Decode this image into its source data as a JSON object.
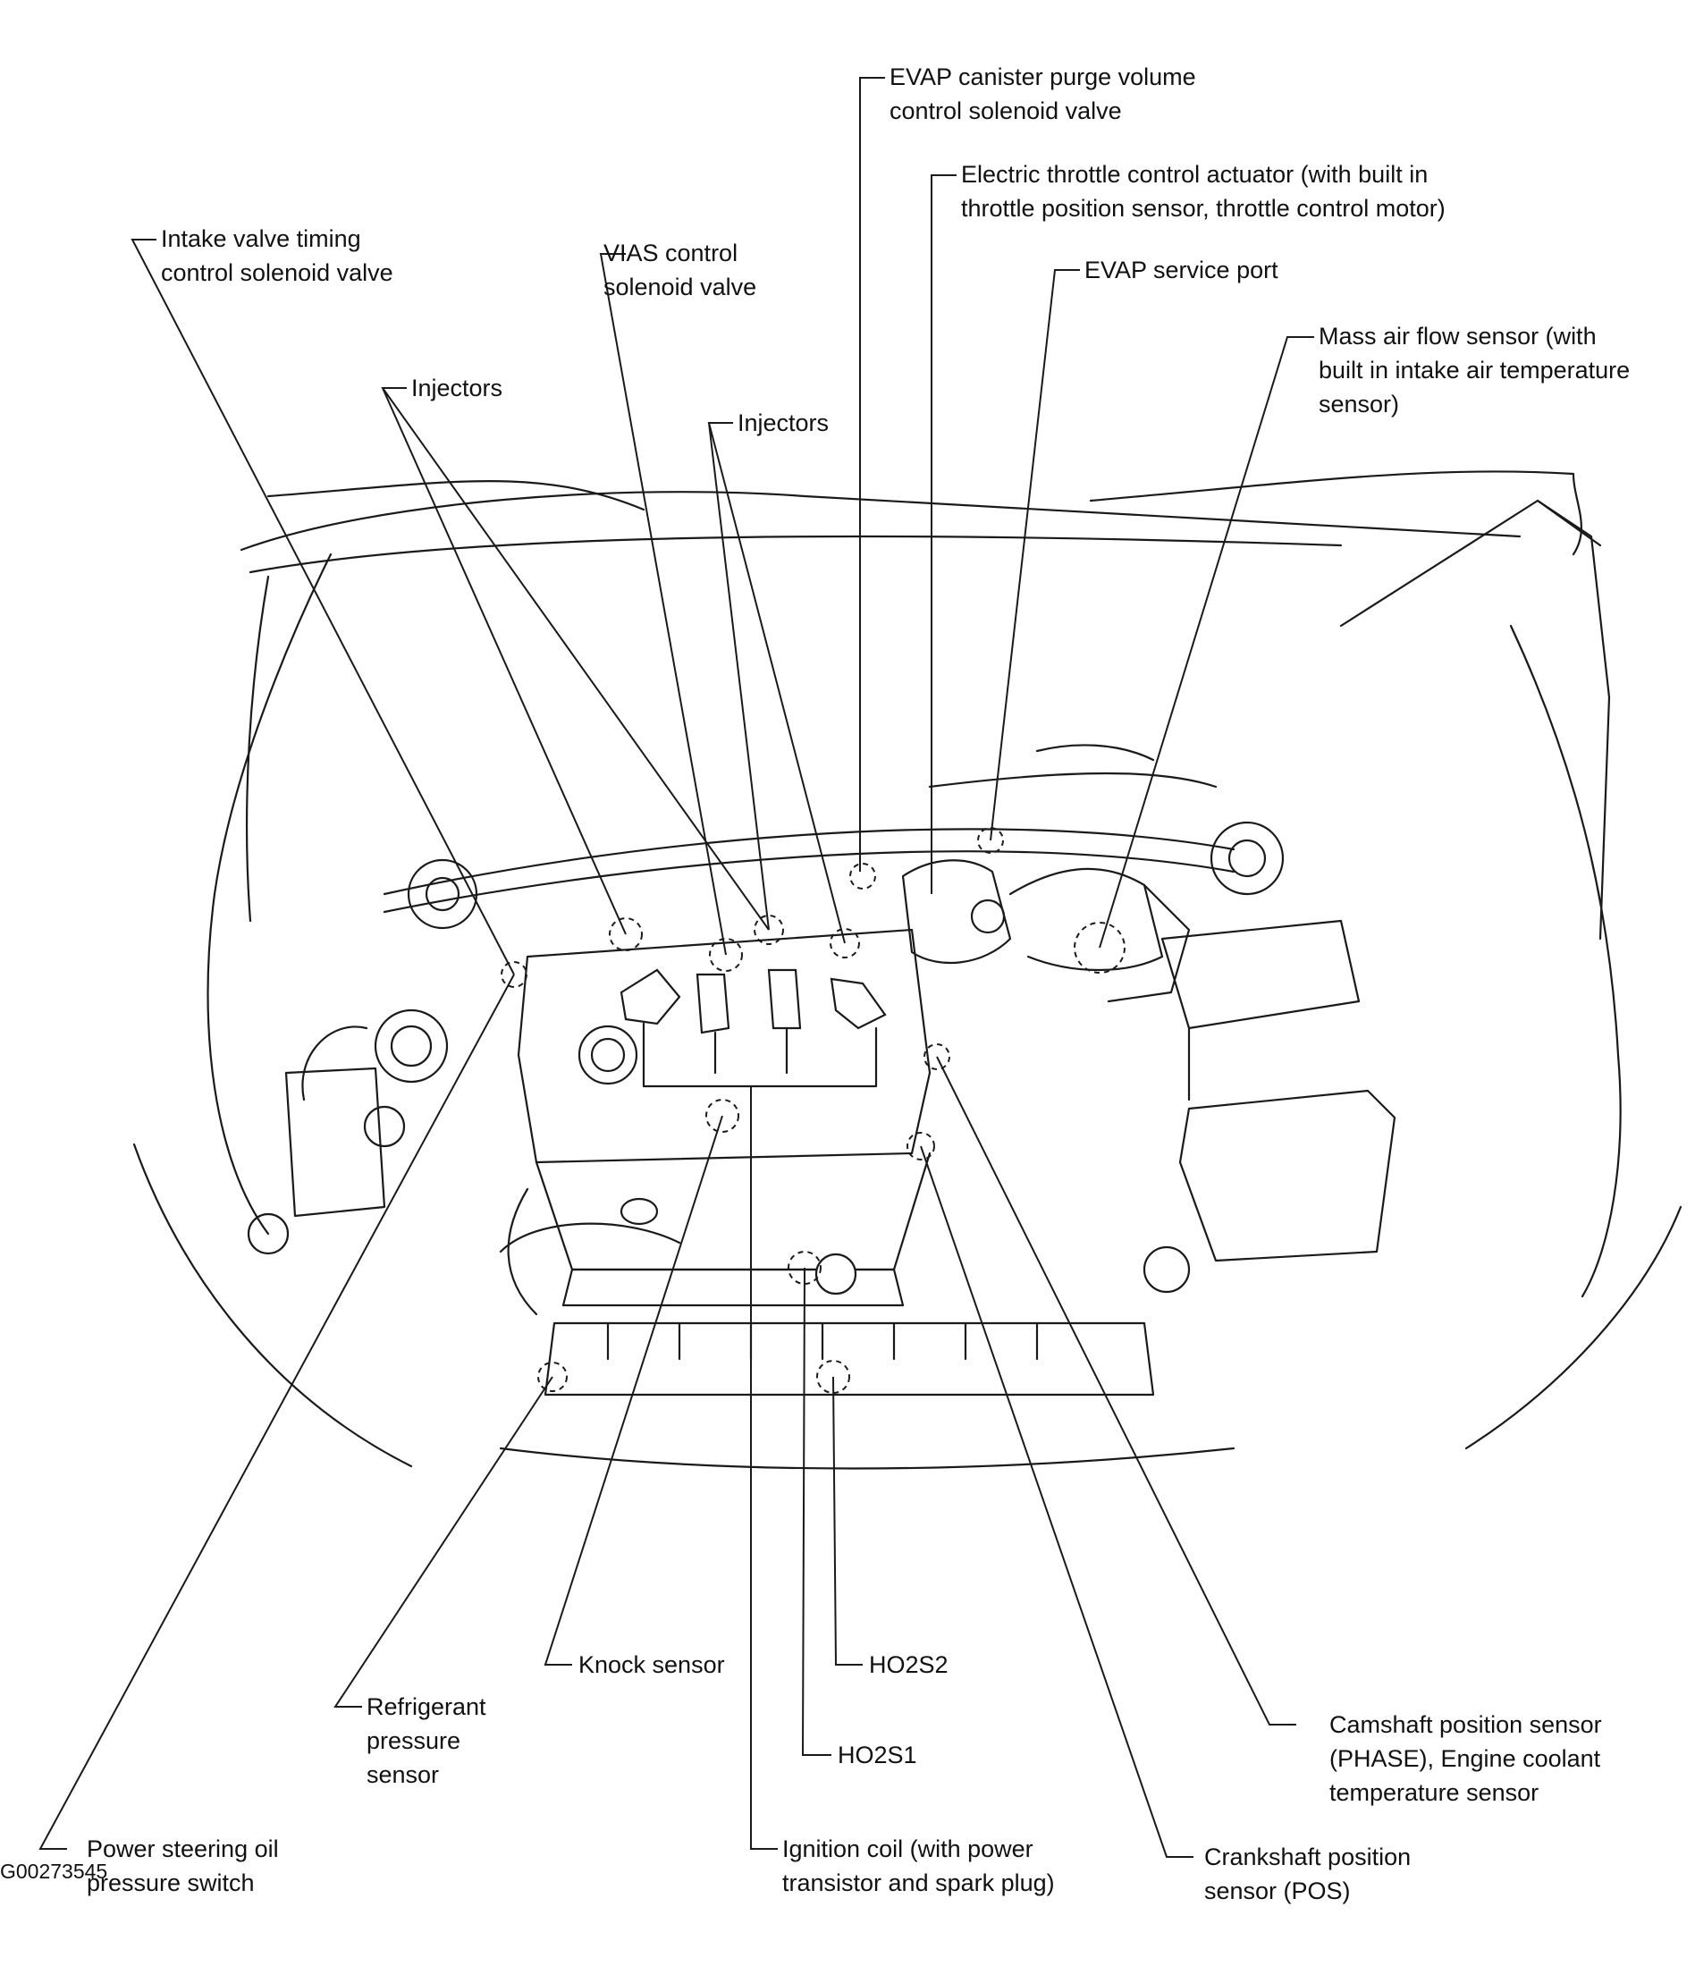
{
  "figure_id": "G00273545",
  "labels": {
    "evap_purge": [
      "EVAP canister purge volume",
      "control solenoid valve"
    ],
    "throttle": [
      "Electric throttle control actuator (with built in",
      "throttle position sensor, throttle control motor)"
    ],
    "evap_port": [
      "EVAP service port"
    ],
    "maf": [
      "Mass air flow sensor (with",
      "built in intake air temperature",
      "sensor)"
    ],
    "intake_valve": [
      "Intake valve timing",
      "control solenoid valve"
    ],
    "vias": [
      "VIAS control",
      "solenoid valve"
    ],
    "injectors_left": [
      "Injectors"
    ],
    "injectors_right": [
      "Injectors"
    ],
    "knock": [
      "Knock sensor"
    ],
    "ho2s2": [
      "HO2S2"
    ],
    "ho2s1": [
      "HO2S1"
    ],
    "refrigerant": [
      "Refrigerant",
      "pressure",
      "sensor"
    ],
    "camshaft": [
      "Camshaft position sensor",
      "(PHASE), Engine coolant",
      "temperature sensor"
    ],
    "power_steering": [
      "Power steering oil",
      "pressure switch"
    ],
    "ignition": [
      "Ignition coil (with power",
      "transistor and spark plug)"
    ],
    "crankshaft": [
      "Crankshaft position",
      "sensor (POS)"
    ]
  }
}
